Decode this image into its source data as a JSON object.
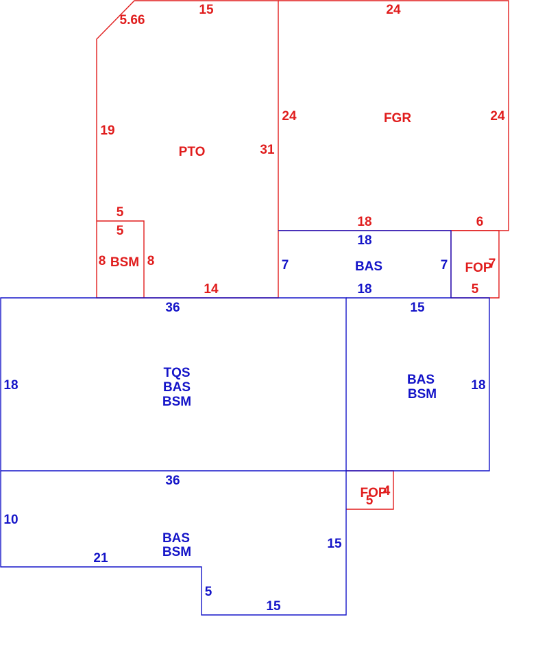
{
  "colors": {
    "red": "#e01c1c",
    "blue": "#1414c8",
    "background": "#ffffff"
  },
  "areas": {
    "pto": {
      "code": "PTO",
      "dims": {
        "top": "15",
        "diagonal": "5.66",
        "left": "19",
        "right": "31",
        "ledge": "5",
        "bottom": "14"
      }
    },
    "fgr": {
      "code": "FGR",
      "dims": {
        "top": "24",
        "left": "24",
        "right": "24",
        "bottom": "18",
        "bottom_right": "6"
      }
    },
    "bsm_small": {
      "code": "BSM",
      "dims": {
        "top": "5",
        "left": "8",
        "right": "8"
      }
    },
    "bas_mid": {
      "code": "BAS",
      "dims": {
        "top": "18",
        "left": "7",
        "right": "7",
        "bottom": "18"
      }
    },
    "fop_upper": {
      "code": "FOP",
      "dims": {
        "right": "7",
        "bottom": "5"
      }
    },
    "main_left": {
      "codes": [
        "TQS",
        "BAS",
        "BSM"
      ],
      "dims": {
        "top": "36",
        "left": "18"
      }
    },
    "main_right": {
      "codes": [
        "BAS",
        "BSM"
      ],
      "dims": {
        "top": "15",
        "right": "18"
      }
    },
    "lower": {
      "codes": [
        "BAS",
        "BSM"
      ],
      "dims": {
        "top": "36",
        "left": "10",
        "bottom_left": "21",
        "step": "5",
        "bottom": "15",
        "right": "15"
      }
    },
    "fop_lower": {
      "code": "FOP",
      "dims": {
        "right": "4",
        "bottom": "5"
      }
    }
  }
}
